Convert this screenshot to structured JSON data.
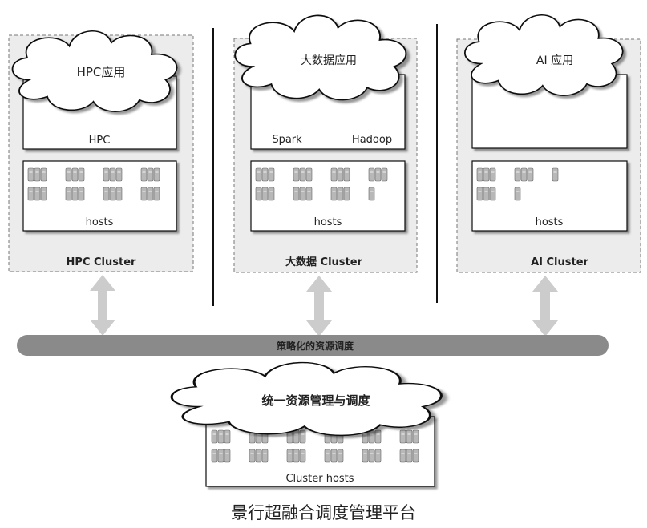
{
  "clusters": [
    {
      "app": "HPC应用",
      "frameworks": [
        "HPC"
      ],
      "hosts_label": "hosts",
      "host_counts": [
        3,
        3,
        3,
        3,
        3,
        3,
        3,
        3
      ],
      "cluster_name": "HPC Cluster"
    },
    {
      "app": "大数据应用",
      "frameworks": [
        "Spark",
        "Hadoop"
      ],
      "hosts_label": "hosts",
      "host_counts": [
        3,
        3,
        3,
        3,
        3,
        3,
        3,
        1
      ],
      "cluster_name": "大数据 Cluster"
    },
    {
      "app": "AI 应用",
      "frameworks": [],
      "hosts_label": "hosts",
      "host_counts": [
        3,
        3,
        1,
        3,
        1
      ],
      "cluster_name": "AI Cluster"
    }
  ],
  "policy_bar": "策略化的资源调度",
  "platform": {
    "cloud_label": "统一资源管理与调度",
    "hosts_label": "Cluster hosts"
  },
  "caption": "景行超融合调度管理平台",
  "colors": {
    "dashed_panel_bg": "#ececec",
    "arrow": "#cccccc",
    "policy_bar": "#8a8a8a",
    "server_unit": "#b8b8b8"
  }
}
